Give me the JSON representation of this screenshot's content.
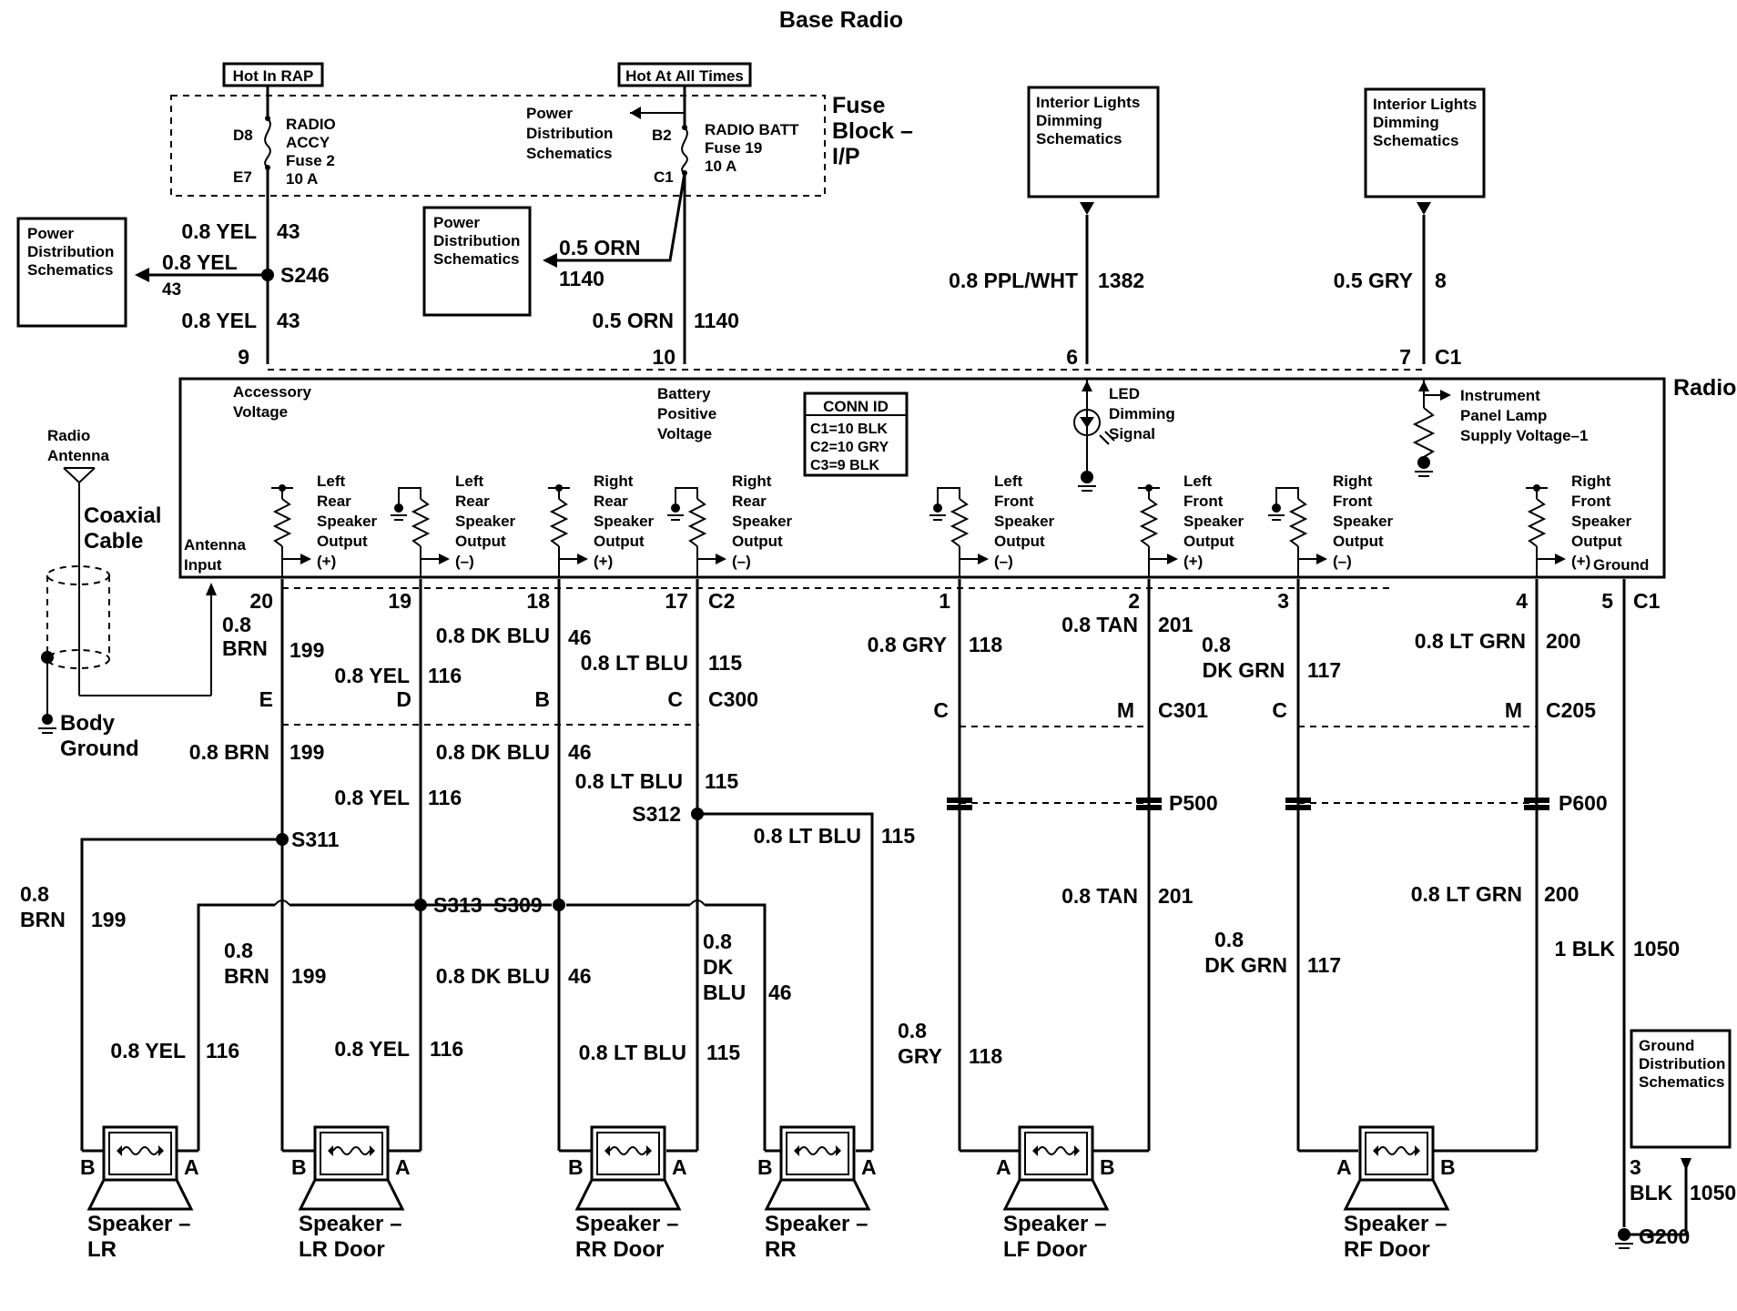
{
  "title": "Base Radio",
  "fuse_block": {
    "hot_in_rap": "Hot In RAP",
    "hot_at_all_times": "Hot At All Times",
    "label_l1": "Fuse",
    "label_l2": "Block –",
    "label_l3": "I/P",
    "d8": "D8",
    "e7": "E7",
    "b2": "B2",
    "c1": "C1",
    "radio_accy": [
      "RADIO",
      "ACCY",
      "Fuse 2",
      "10 A"
    ],
    "radio_batt": [
      "RADIO BATT",
      "Fuse 19",
      "10 A"
    ],
    "pds_inner": [
      "Power",
      "Distribution",
      "Schematics"
    ]
  },
  "refs": {
    "pds_left": [
      "Power",
      "Distribution",
      "Schematics"
    ],
    "pds_mid": [
      "Power",
      "Distribution",
      "Schematics"
    ],
    "ild_1": [
      "Interior Lights",
      "Dimming",
      "Schematics"
    ],
    "ild_2": [
      "Interior Lights",
      "Dimming",
      "Schematics"
    ],
    "ground_dist": [
      "Ground",
      "Distribution",
      "Schematics"
    ]
  },
  "top_wires": {
    "yel_a": "0.8 YEL",
    "yel_a_n": "43",
    "splice": "S246",
    "yel_b": "0.8 YEL",
    "yel_b_n": "43",
    "yel_c": "0.8 YEL",
    "yel_c_n": "43",
    "orn_a": "0.5 ORN",
    "orn_a_n": "1140",
    "orn_b": "0.5 ORN",
    "orn_b_n": "1140",
    "ppl": "0.8 PPL/WHT",
    "ppl_n": "1382",
    "gry": "0.5 GRY",
    "gry_n": "8",
    "pin9": "9",
    "pin10": "10",
    "pin6": "6",
    "pin7": "7",
    "c1": "C1"
  },
  "radio": {
    "name": "Radio",
    "accessory": [
      "Accessory",
      "Voltage"
    ],
    "battery": [
      "Battery",
      "Positive",
      "Voltage"
    ],
    "conn_id": [
      "CONN ID",
      "C1=10 BLK",
      "C2=10 GRY",
      "C3=9 BLK"
    ],
    "led": [
      "LED",
      "Dimming",
      "Signal"
    ],
    "ipl": [
      "Instrument",
      "Panel Lamp",
      "Supply Voltage–1"
    ],
    "antenna_input": [
      "Antenna",
      "Input"
    ],
    "ground": "Ground",
    "outputs": [
      [
        "Left",
        "Rear",
        "Speaker",
        "Output",
        "(+)"
      ],
      [
        "Left",
        "Rear",
        "Speaker",
        "Output",
        "(–)"
      ],
      [
        "Right",
        "Rear",
        "Speaker",
        "Output",
        "(+)"
      ],
      [
        "Right",
        "Rear",
        "Speaker",
        "Output",
        "(–)"
      ],
      [
        "Left",
        "Front",
        "Speaker",
        "Output",
        "(–)"
      ],
      [
        "Left",
        "Front",
        "Speaker",
        "Output",
        "(+)"
      ],
      [
        "Right",
        "Front",
        "Speaker",
        "Output",
        "(–)"
      ],
      [
        "Right",
        "Front",
        "Speaker",
        "Output",
        "(+)"
      ]
    ]
  },
  "antenna": {
    "label": [
      "Radio",
      "Antenna"
    ],
    "coax": [
      "Coaxial",
      "Cable"
    ],
    "body_ground": [
      "Body",
      "Ground"
    ]
  },
  "bottom_pins": {
    "p20": "20",
    "p19": "19",
    "p18": "18",
    "p17": "17",
    "c2": "C2",
    "p1": "1",
    "p2": "2",
    "p3": "3",
    "p4": "4",
    "p5": "5",
    "c1": "C1"
  },
  "wires": {
    "brn_a": [
      "0.8",
      "BRN"
    ],
    "brn_a_n": "199",
    "yel_a": "0.8 YEL",
    "yel_a_n": "116",
    "dkblu_a": "0.8 DK BLU",
    "dkblu_a_n": "46",
    "ltblu_a": "0.8 LT BLU",
    "ltblu_a_n": "115",
    "gry_a": "0.8 GRY",
    "gry_a_n": "118",
    "tan_a": "0.8 TAN",
    "tan_a_n": "201",
    "dkgrn_a": [
      "0.8",
      "DK GRN"
    ],
    "dkgrn_a_n": "117",
    "ltgrn_a": "0.8 LT GRN",
    "ltgrn_a_n": "200",
    "c300": "C300",
    "c301": "C301",
    "c205": "C205",
    "e": "E",
    "d": "D",
    "b": "B",
    "c": "C",
    "c_l": "C",
    "m_l": "M",
    "c_r": "C",
    "m_r": "M",
    "brn_b": "0.8 BRN",
    "brn_b_n": "199",
    "dkblu_b": "0.8 DK BLU",
    "dkblu_b_n": "46",
    "ltblu_b": "0.8 LT BLU",
    "ltblu_b_n": "115",
    "yel_b": "0.8 YEL",
    "yel_b_n": "116",
    "s312": "S312",
    "s311": "S311",
    "ltblu_c": "0.8 LT BLU",
    "ltblu_c_n": "115",
    "p500": "P500",
    "p600": "P600",
    "s313": "S313",
    "s309": "S309",
    "brn_c": [
      "0.8",
      "BRN"
    ],
    "brn_c_n": "199",
    "brn_d": [
      "0.8",
      "BRN"
    ],
    "brn_d_n": "199",
    "dkblu_c": "0.8 DK BLU",
    "dkblu_c_n": "46",
    "dkblu_d": [
      "0.8",
      "DK",
      "BLU"
    ],
    "dkblu_d_n": "46",
    "tan_b": "0.8 TAN",
    "tan_b_n": "201",
    "ltgrn_b": "0.8 LT GRN",
    "ltgrn_b_n": "200",
    "dkgrn_b": [
      "0.8",
      "DK GRN"
    ],
    "dkgrn_b_n": "117",
    "blk_a": "1 BLK",
    "blk_a_n": "1050",
    "yel_c": "0.8 YEL",
    "yel_c_n": "116",
    "yel_d": "0.8 YEL",
    "yel_d_n": "116",
    "ltblu_d": "0.8 LT BLU",
    "ltblu_d_n": "115",
    "gry_b": [
      "0.8",
      "GRY"
    ],
    "gry_b_n": "118",
    "blk_b": [
      "3",
      "BLK"
    ],
    "blk_b_n": "1050",
    "g200": "G200"
  },
  "speakers": [
    {
      "name": [
        "Speaker –",
        "LR"
      ],
      "left": "B",
      "right": "A"
    },
    {
      "name": [
        "Speaker –",
        "LR Door"
      ],
      "left": "B",
      "right": "A"
    },
    {
      "name": [
        "Speaker –",
        "RR Door"
      ],
      "left": "B",
      "right": "A"
    },
    {
      "name": [
        "Speaker –",
        "RR"
      ],
      "left": "B",
      "right": "A"
    },
    {
      "name": [
        "Speaker –",
        "LF Door"
      ],
      "left": "A",
      "right": "B"
    },
    {
      "name": [
        "Speaker –",
        "RF Door"
      ],
      "left": "A",
      "right": "B"
    }
  ]
}
